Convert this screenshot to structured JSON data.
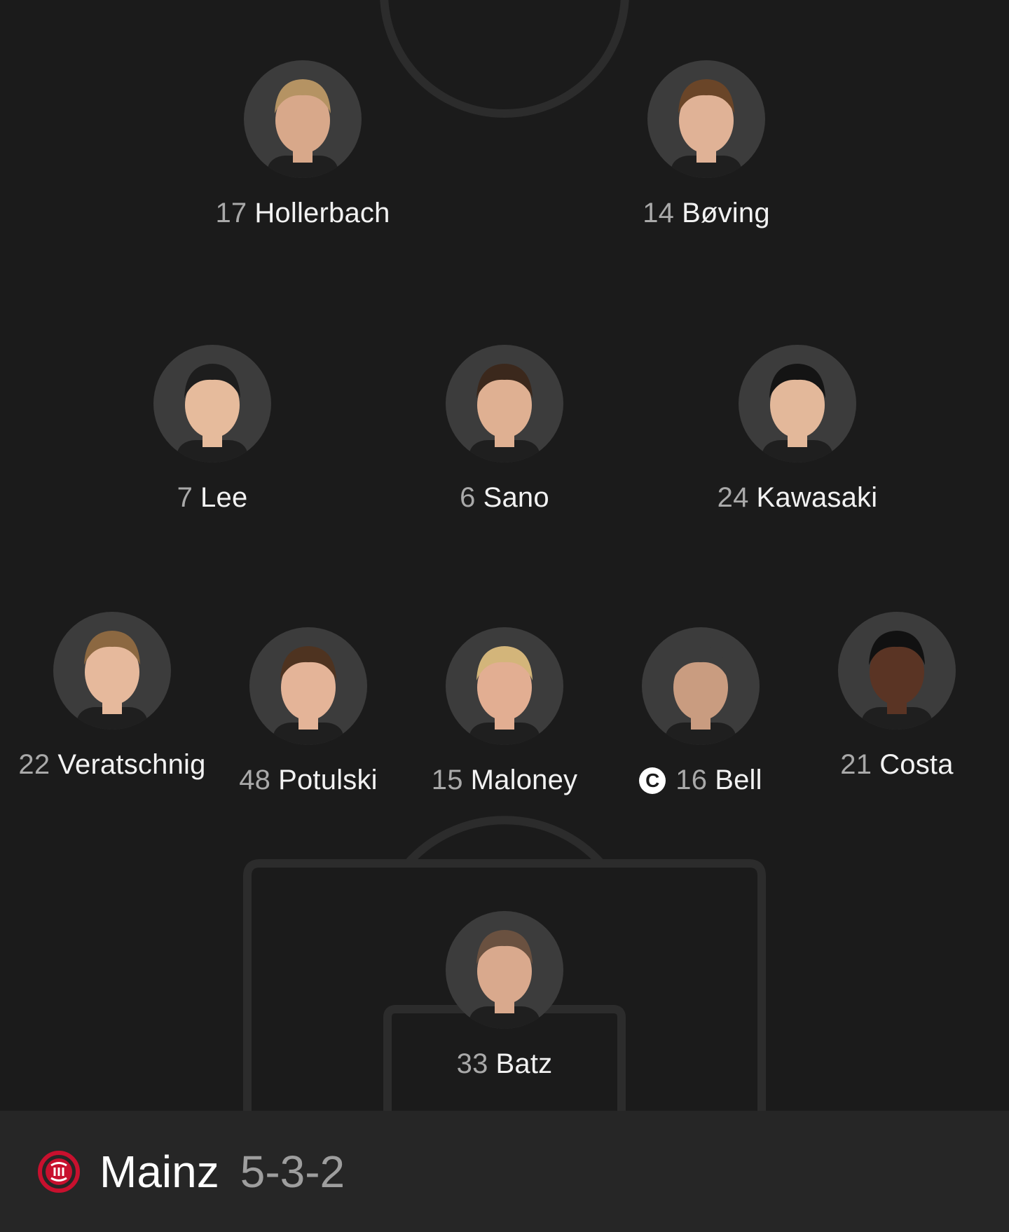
{
  "team": {
    "name": "Mainz",
    "formation": "5-3-2",
    "logo_icon": "mainz-05-crest-icon",
    "logo_color": "#c8102e"
  },
  "players": {
    "hollerbach": {
      "number": "17",
      "name": "Hollerbach",
      "hair": "#b59363",
      "skin": "#d8a88a"
    },
    "boving": {
      "number": "14",
      "name": "Bøving",
      "hair": "#6a4528",
      "skin": "#e0b296"
    },
    "lee": {
      "number": "7",
      "name": "Lee",
      "hair": "#1d1d1d",
      "skin": "#e6bb9c"
    },
    "sano": {
      "number": "6",
      "name": "Sano",
      "hair": "#3b281c",
      "skin": "#dfb092"
    },
    "kawasaki": {
      "number": "24",
      "name": "Kawasaki",
      "hair": "#141414",
      "skin": "#e3b89a"
    },
    "veratschnig": {
      "number": "22",
      "name": "Veratschnig",
      "hair": "#8c6841",
      "skin": "#e6b99c"
    },
    "potulski": {
      "number": "48",
      "name": "Potulski",
      "hair": "#4e3320",
      "skin": "#e4b498"
    },
    "maloney": {
      "number": "15",
      "name": "Maloney",
      "hair": "#d3b57a",
      "skin": "#e2ae92"
    },
    "bell": {
      "number": "16",
      "name": "Bell",
      "captain_icon": "captain-c-icon",
      "captain_glyph": "C",
      "hair": "#3c3c3c",
      "skin": "#c99c80"
    },
    "costa": {
      "number": "21",
      "name": "Costa",
      "hair": "#111111",
      "skin": "#5a3424"
    },
    "batz": {
      "number": "33",
      "name": "Batz",
      "hair": "#6a5140",
      "skin": "#d9a98d"
    }
  },
  "colors": {
    "background": "#1b1b1b",
    "pitch_line": "#2c2c2c",
    "avatar_bg": "#3c3c3c",
    "number_text": "#a9a9a9",
    "team_bar": "#262626"
  }
}
